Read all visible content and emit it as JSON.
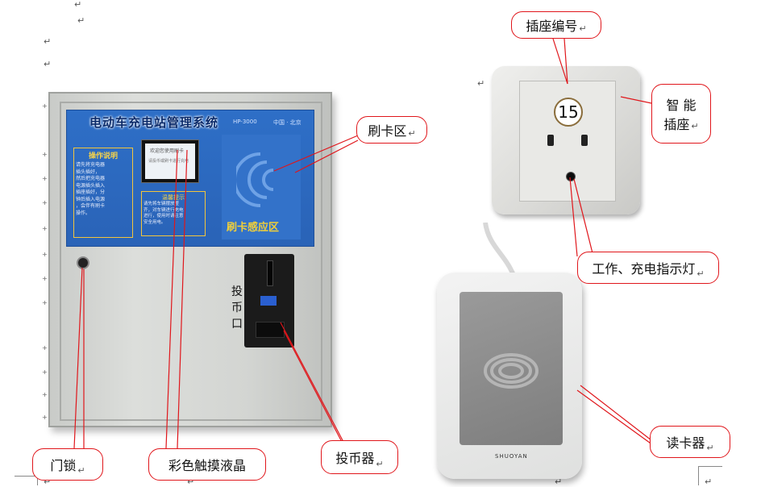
{
  "paragraph_mark": "↵",
  "callouts": {
    "socket_number": "插座编号",
    "smart_socket_line1": "智 能",
    "smart_socket_line2": "插座",
    "card_area": "刷卡区",
    "indicator_light": "工作、充电指示灯",
    "card_reader": "读卡器",
    "door_lock": "门锁",
    "touch_lcd": "彩色触摸液晶",
    "coin_acceptor": "投币器"
  },
  "cabinet": {
    "title": "电动车充电站管理系统",
    "sub1": "HP-3000",
    "sub2": "中国 · 北京",
    "guide_title": "操作说明",
    "guide_body": "请先将充电器\n插头插好，\n然后把充电器\n电源插头插入\n插座插好，分\n钟后插入电源\n，会伴有刷卡\n操作。",
    "lcd_line1": "欢迎您使用刷卡",
    "lcd_line2": "请投币或刷卡进行充电",
    "info_title": "温馨提示",
    "info_body": "请先将车辆摆放整\n齐，对车辆进行充电\n进行，使用时请注意\n安全用电。",
    "card_area_text": "刷卡感应区",
    "coin_slot_label": "投币口"
  },
  "socket": {
    "number": "15"
  },
  "reader": {
    "brand": "SHUOYAN"
  }
}
